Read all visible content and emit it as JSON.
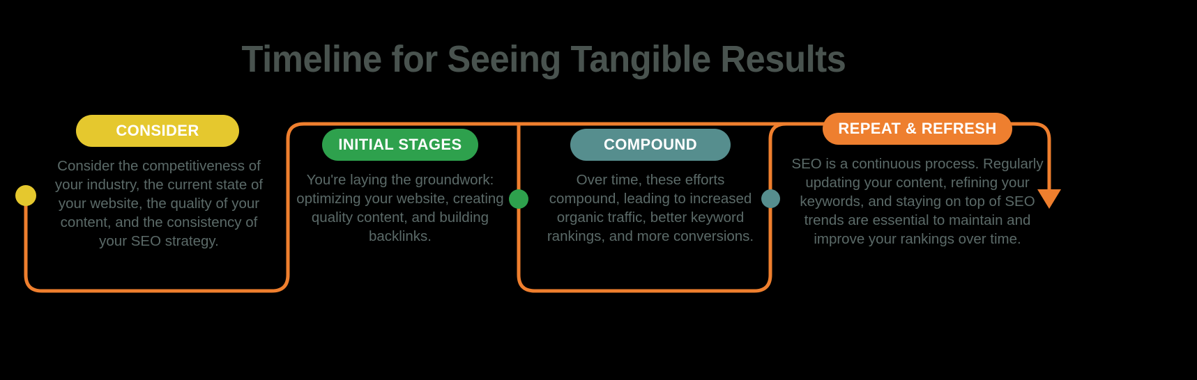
{
  "header": {
    "title": "Timeline for Seeing Tangible Results",
    "title_color": "#49534f"
  },
  "theme": {
    "background": "#000000",
    "connector": "#ef7f2e",
    "body_text": "#5b6a68"
  },
  "timeline": {
    "steps": [
      {
        "id": "consider",
        "label": "CONSIDER",
        "pill_color": "#e5c82e",
        "dot_color": "#e5c82e",
        "description": "Consider the competitiveness of your industry, the current state of your website, the quality of your content, and the consistency of your SEO strategy."
      },
      {
        "id": "initial-stages",
        "label": "INITIAL STAGES",
        "pill_color": "#2ea14d",
        "dot_color": "#2ea14d",
        "description": "You're laying the groundwork: optimizing your website, creating quality content, and building backlinks."
      },
      {
        "id": "compound",
        "label": "COMPOUND",
        "pill_color": "#568e8e",
        "dot_color": "#568e8e",
        "description": "Over time, these efforts compound, leading to increased organic traffic, better keyword rankings, and more conversions."
      },
      {
        "id": "repeat-refresh",
        "label": "REPEAT & REFRESH",
        "pill_color": "#ee7f2f",
        "dot_color": "#ee7f2f",
        "description": "SEO is a continuous process. Regularly updating your content, refining your keywords, and staying on top of SEO trends are essential to maintain and improve your rankings over time."
      }
    ],
    "end_marker": "arrow-down-icon"
  }
}
